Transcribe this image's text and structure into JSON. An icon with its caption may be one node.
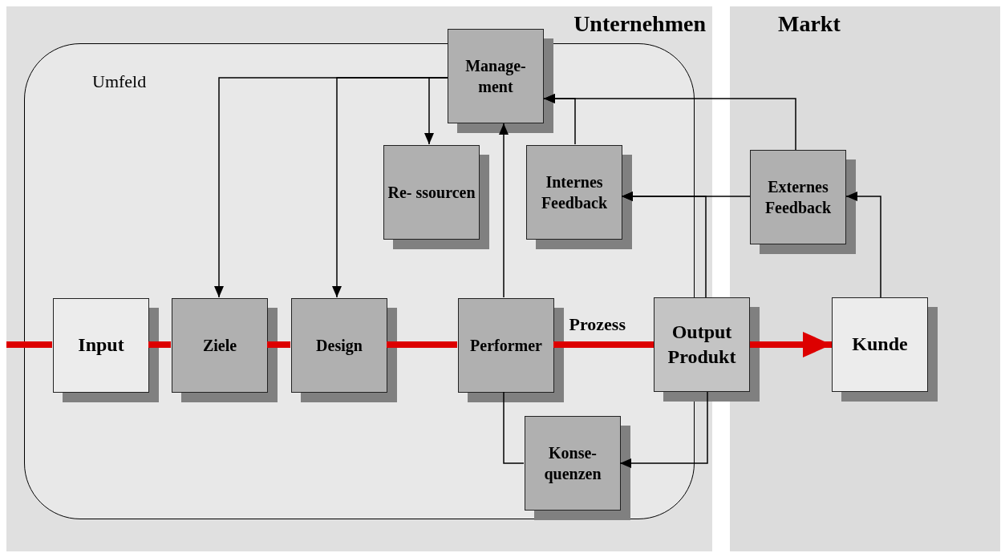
{
  "diagram": {
    "nodes": [
      {
        "text": [
          "Unternehmen"
        ]
      },
      {
        "text": [
          "Markt"
        ]
      },
      {
        "text": [
          "Umfeld"
        ],
        "in": 0
      },
      {
        "text": [
          "Manage- ment"
        ],
        "in": 0
      },
      {
        "text": [
          "Re- ssourcen"
        ],
        "in": 2
      },
      {
        "text": [
          "Internes Feedback"
        ],
        "in": 2
      },
      {
        "text": [
          "Externes Feedback"
        ],
        "in": 1
      },
      {
        "text": [
          "Input"
        ],
        "in": 2
      },
      {
        "text": [
          "Ziele"
        ],
        "in": 2
      },
      {
        "text": [
          "Design"
        ],
        "in": 2
      },
      {
        "text": [
          "Performer"
        ],
        "in": 2
      },
      {
        "text": [
          "Output Produkt"
        ]
      },
      {
        "text": [
          "Kunde"
        ],
        "in": 1
      },
      {
        "text": [
          "Konse- quenzen"
        ],
        "in": 2
      }
    ],
    "edges": [
      {
        "from": null,
        "to": 7,
        "arrow": "none",
        "style": "thick",
        "color": "#dd0000"
      },
      {
        "from": 7,
        "to": 8,
        "arrow": "none",
        "style": "thick",
        "color": "#dd0000"
      },
      {
        "from": 8,
        "to": 9,
        "arrow": "none",
        "style": "thick",
        "color": "#dd0000"
      },
      {
        "from": 9,
        "to": 10,
        "arrow": "none",
        "style": "thick",
        "color": "#dd0000"
      },
      {
        "from": 10,
        "to": 11,
        "arrow": "none",
        "label": "Prozess",
        "style": "thick",
        "color": "#dd0000"
      },
      {
        "from": 11,
        "to": 12,
        "arrow": "to",
        "style": "thick",
        "color": "#dd0000"
      },
      {
        "from": 3,
        "to": 8,
        "arrow": "to"
      },
      {
        "from": 3,
        "to": 9,
        "arrow": "to"
      },
      {
        "from": 3,
        "to": 4,
        "arrow": "to"
      },
      {
        "from": 10,
        "to": 3,
        "arrow": "to"
      },
      {
        "from": 5,
        "to": 3,
        "arrow": "to"
      },
      {
        "from": 6,
        "to": 3,
        "arrow": "to"
      },
      {
        "from": 11,
        "to": 5,
        "arrow": "to"
      },
      {
        "from": 6,
        "to": 5,
        "arrow": "to"
      },
      {
        "from": 12,
        "to": 6,
        "arrow": "to"
      },
      {
        "from": 11,
        "to": 13,
        "arrow": "to"
      },
      {
        "from": 13,
        "to": 10,
        "arrow": "none"
      }
    ]
  }
}
